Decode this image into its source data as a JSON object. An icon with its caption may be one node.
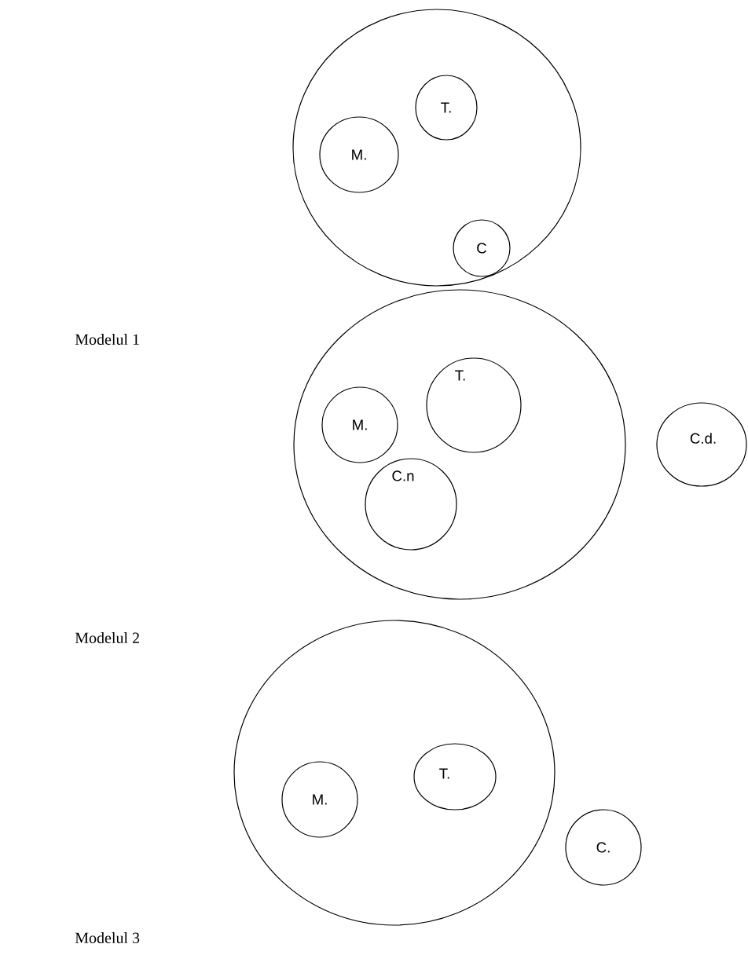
{
  "diagram": {
    "nodes": [
      {
        "text": [],
        "shape": "circle"
      },
      {
        "text": [
          "M."
        ],
        "in": 0
      },
      {
        "text": [
          "T."
        ],
        "in": 0
      },
      {
        "text": [
          "C"
        ],
        "in": 0
      },
      {
        "text": [],
        "shape": "circle"
      },
      {
        "text": [
          "M."
        ],
        "in": 4
      },
      {
        "text": [
          "T."
        ],
        "in": 4
      },
      {
        "text": [
          "C.n"
        ],
        "in": 4
      },
      {
        "text": [
          "C.d."
        ]
      },
      {
        "text": [],
        "shape": "circle"
      },
      {
        "text": [
          "M."
        ],
        "in": 9
      },
      {
        "text": [
          "T."
        ],
        "in": 9
      },
      {
        "text": [
          "C."
        ]
      }
    ],
    "edges": [],
    "labels": [
      "Modelul 1",
      "Modelul 2",
      "Modelul 3"
    ]
  }
}
